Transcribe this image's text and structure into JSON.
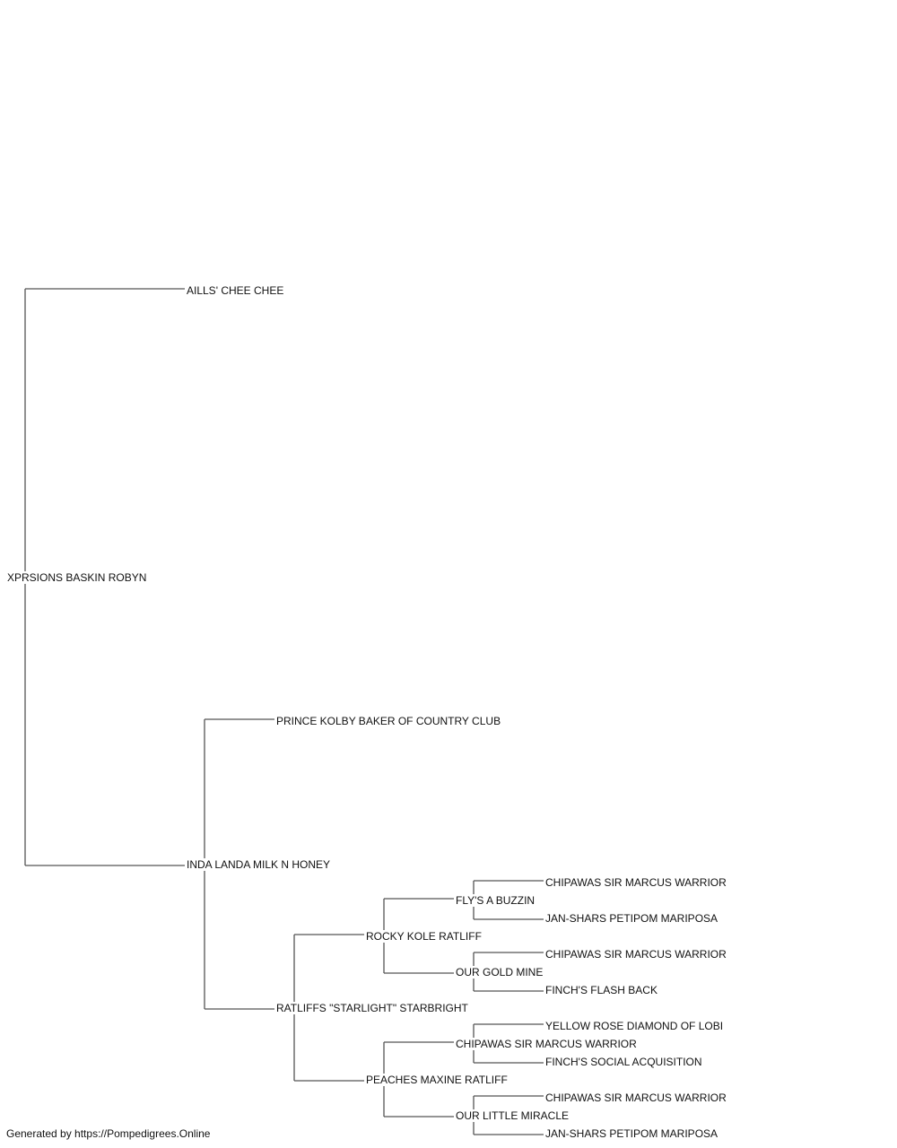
{
  "pedigree": {
    "subject": "XPRSIONS BASKIN ROBYN",
    "sire": {
      "name": "AILLS' CHEE CHEE"
    },
    "dam": {
      "name": "INDA LANDA MILK N HONEY",
      "sire": {
        "name": "PRINCE KOLBY BAKER OF COUNTRY CLUB"
      },
      "dam": {
        "name": "RATLIFFS \"STARLIGHT\" STARBRIGHT",
        "sire": {
          "name": "ROCKY KOLE RATLIFF",
          "sire": {
            "name": "FLY'S A BUZZIN",
            "sire": "CHIPAWAS SIR MARCUS WARRIOR",
            "dam": "JAN-SHARS PETIPOM MARIPOSA"
          },
          "dam": {
            "name": "OUR GOLD MINE",
            "sire": "CHIPAWAS SIR MARCUS WARRIOR",
            "dam": "FINCH'S FLASH BACK"
          }
        },
        "dam": {
          "name": "PEACHES MAXINE RATLIFF",
          "sire": {
            "name": "CHIPAWAS SIR MARCUS WARRIOR",
            "sire": "YELLOW ROSE DIAMOND OF LOBI",
            "dam": "FINCH'S SOCIAL ACQUISITION"
          },
          "dam": {
            "name": "OUR LITTLE MIRACLE",
            "sire": "CHIPAWAS SIR MARCUS WARRIOR",
            "dam": "JAN-SHARS PETIPOM MARIPOSA"
          }
        }
      }
    }
  },
  "footer": {
    "text": "Generated by https://Pompedigrees.Online"
  }
}
